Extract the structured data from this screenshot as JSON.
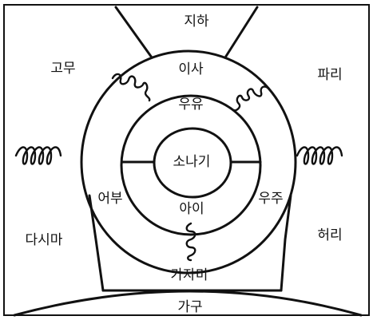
{
  "words": {
    "underground": "지하",
    "rubber": "고무",
    "paris": "파리",
    "move": "이사",
    "milk": "우유",
    "shower": "소나기",
    "fisherman": "어부",
    "child": "아이",
    "space": "우주",
    "bridge_leg": "다시마",
    "waist": "허리",
    "lie": "가자미",
    "furniture": "가구"
  },
  "colors": {
    "ink": "#111111",
    "paper": "#ffffff"
  }
}
